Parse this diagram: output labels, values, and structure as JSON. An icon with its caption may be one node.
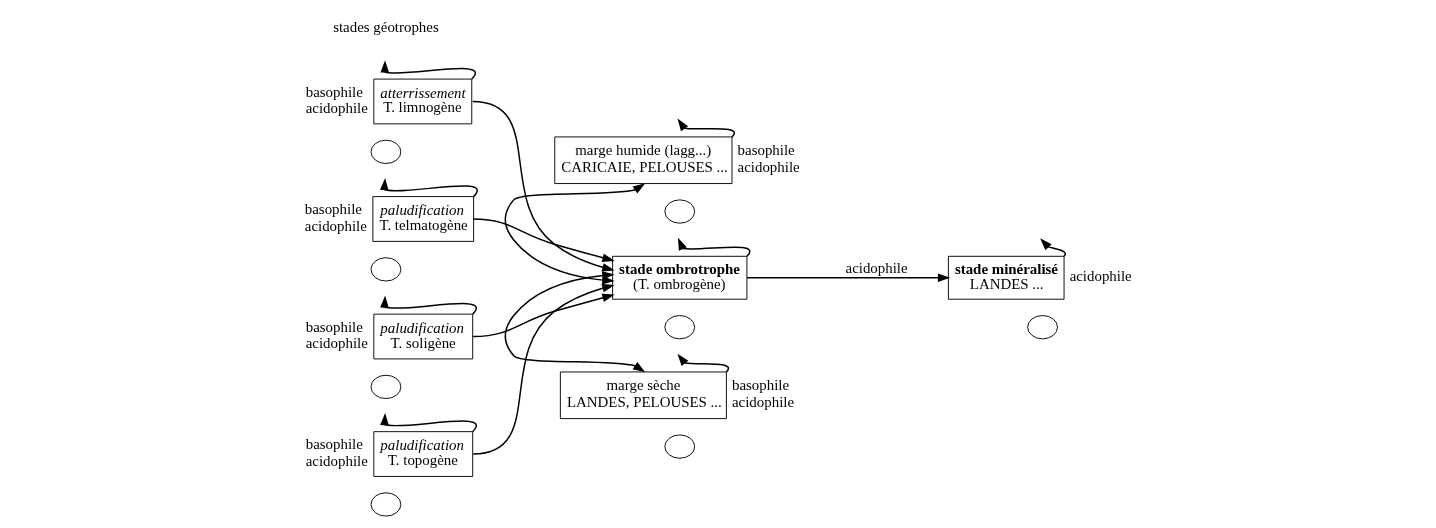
{
  "diagram": {
    "nodes": [
      {
        "text": [
          "atterrissement",
          "T. limnogène"
        ],
        "beside": [
          "basophile",
          "acidophile"
        ]
      },
      {
        "text": [
          "paludification",
          "T. telmatogène"
        ],
        "beside": [
          "basophile",
          "acidophile"
        ]
      },
      {
        "text": [
          "paludification",
          "T. soligène"
        ],
        "beside": [
          "basophile",
          "acidophile"
        ]
      },
      {
        "text": [
          "paludification",
          "T. topogène"
        ],
        "beside": [
          "basophile",
          "acidophile"
        ]
      },
      {
        "text": [
          "marge humide (lagg...)",
          "CARICAIE, PELOUSES ..."
        ],
        "beside": [
          "basophile",
          "acidophile"
        ]
      },
      {
        "text": [
          "stade ombrotrophe",
          "(T. ombrogène)"
        ]
      },
      {
        "text": [
          "marge sèche",
          "LANDES, PELOUSES ..."
        ],
        "beside": [
          "basophile",
          "acidophile"
        ]
      },
      {
        "text": [
          "stade minéralisé",
          "LANDES ..."
        ],
        "beside": [
          "acidophile"
        ]
      },
      {
        "text": [],
        "shape": "circle"
      },
      {
        "text": [],
        "shape": "circle"
      },
      {
        "text": [],
        "shape": "circle"
      },
      {
        "text": [],
        "shape": "circle"
      },
      {
        "text": [],
        "shape": "circle"
      },
      {
        "text": [],
        "shape": "circle"
      },
      {
        "text": [],
        "shape": "circle"
      },
      {
        "text": [],
        "shape": "circle"
      }
    ],
    "edges": [
      {
        "from": 0,
        "to": null,
        "arrow": "to"
      },
      {
        "from": 0,
        "to": 5,
        "arrow": "to"
      },
      {
        "from": 1,
        "to": null,
        "arrow": "to"
      },
      {
        "from": 1,
        "to": 5,
        "arrow": "to"
      },
      {
        "from": 2,
        "to": null,
        "arrow": "to"
      },
      {
        "from": 2,
        "to": 5,
        "arrow": "to"
      },
      {
        "from": 3,
        "to": null,
        "arrow": "to"
      },
      {
        "from": 3,
        "to": 5,
        "arrow": "to"
      },
      {
        "from": 4,
        "to": null,
        "arrow": "to"
      },
      {
        "from": 4,
        "to": 5,
        "arrow": "both"
      },
      {
        "from": 5,
        "to": null,
        "arrow": "to"
      },
      {
        "from": 5,
        "to": 6,
        "arrow": "both"
      },
      {
        "from": 5,
        "to": 7,
        "arrow": "to",
        "label": "acidophile"
      },
      {
        "from": 6,
        "to": null,
        "arrow": "to"
      },
      {
        "from": 7,
        "to": null,
        "arrow": "to"
      }
    ],
    "labels": [
      "stades géotrophes"
    ]
  }
}
